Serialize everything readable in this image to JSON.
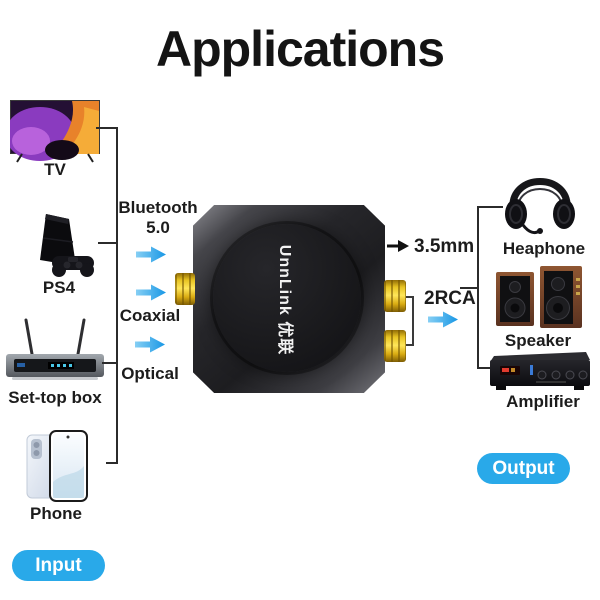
{
  "title": "Applications",
  "badges": {
    "input": "Input",
    "output": "Output"
  },
  "inputs": [
    {
      "label": "TV",
      "icon": "tv-image"
    },
    {
      "label": "PS4",
      "icon": "ps4-image"
    },
    {
      "label": "Set-top box",
      "icon": "set-top-box-image"
    },
    {
      "label": "Phone",
      "icon": "phone-image"
    }
  ],
  "left_ports": [
    {
      "line1": "Bluetooth",
      "line2": "5.0"
    },
    {
      "line1": "Coaxial"
    },
    {
      "line1": "Optical"
    }
  ],
  "device": {
    "brand": "UnnLink 优联"
  },
  "right_ports": [
    {
      "label": "3.5mm"
    },
    {
      "label": "2RCA"
    }
  ],
  "outputs": [
    {
      "label": "Heaphone",
      "icon": "headphone-image"
    },
    {
      "label": "Speaker",
      "icon": "speaker-image"
    },
    {
      "label": "Amplifier",
      "icon": "amplifier-image"
    }
  ],
  "colors": {
    "accent": "#29a9e9",
    "gold": "#efc51f"
  }
}
